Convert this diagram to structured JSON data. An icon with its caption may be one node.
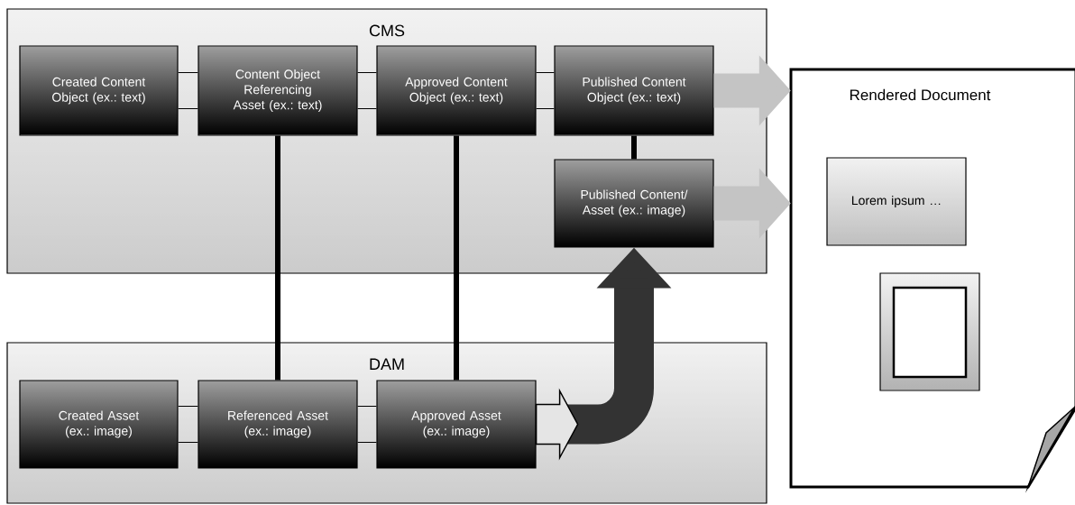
{
  "diagram": {
    "nodes": [
      {
        "text": [
          "CMS"
        ]
      },
      {
        "text": [
          "Created Content Object (ex.: text)"
        ],
        "in": 0
      },
      {
        "text": [
          "Content Object Referencing Asset (ex.: text)"
        ],
        "in": 0
      },
      {
        "text": [
          "Approved Content Object (ex.: text)"
        ],
        "in": 0
      },
      {
        "text": [
          "Published Content Object (ex.: text)"
        ],
        "in": 0
      },
      {
        "text": [
          "Published Content/ Asset (ex.: image)"
        ],
        "in": 0
      },
      {
        "text": [
          "DAM"
        ]
      },
      {
        "text": [
          "Created Asset (ex.: image)"
        ],
        "in": 6
      },
      {
        "text": [
          "Referenced Asset (ex.: image)"
        ],
        "in": 6
      },
      {
        "text": [
          "Approved Asset (ex.: image)"
        ],
        "in": 6
      },
      {
        "text": [
          "Rendered Document"
        ]
      },
      {
        "text": [
          "Lorem ipsum …"
        ],
        "in": 10
      },
      {
        "text": [],
        "shape": "box",
        "in": 10
      }
    ],
    "edges": [
      {
        "from": 1,
        "to": 2,
        "arrow": "none"
      },
      {
        "from": 2,
        "to": 3,
        "arrow": "none"
      },
      {
        "from": 3,
        "to": 4,
        "arrow": "none"
      },
      {
        "from": 4,
        "to": 10,
        "arrow": "to",
        "style": "thick",
        "color": "#c4c4c4"
      },
      {
        "from": 4,
        "to": 5,
        "arrow": "none"
      },
      {
        "from": 5,
        "to": 10,
        "arrow": "to",
        "style": "thick",
        "color": "#c4c4c4"
      },
      {
        "from": 2,
        "to": 8,
        "arrow": "none"
      },
      {
        "from": 3,
        "to": 9,
        "arrow": "none"
      },
      {
        "from": 7,
        "to": 8,
        "arrow": "none"
      },
      {
        "from": 8,
        "to": 9,
        "arrow": "none"
      },
      {
        "from": 9,
        "to": 5,
        "arrow": "to",
        "style": "thick"
      }
    ]
  }
}
